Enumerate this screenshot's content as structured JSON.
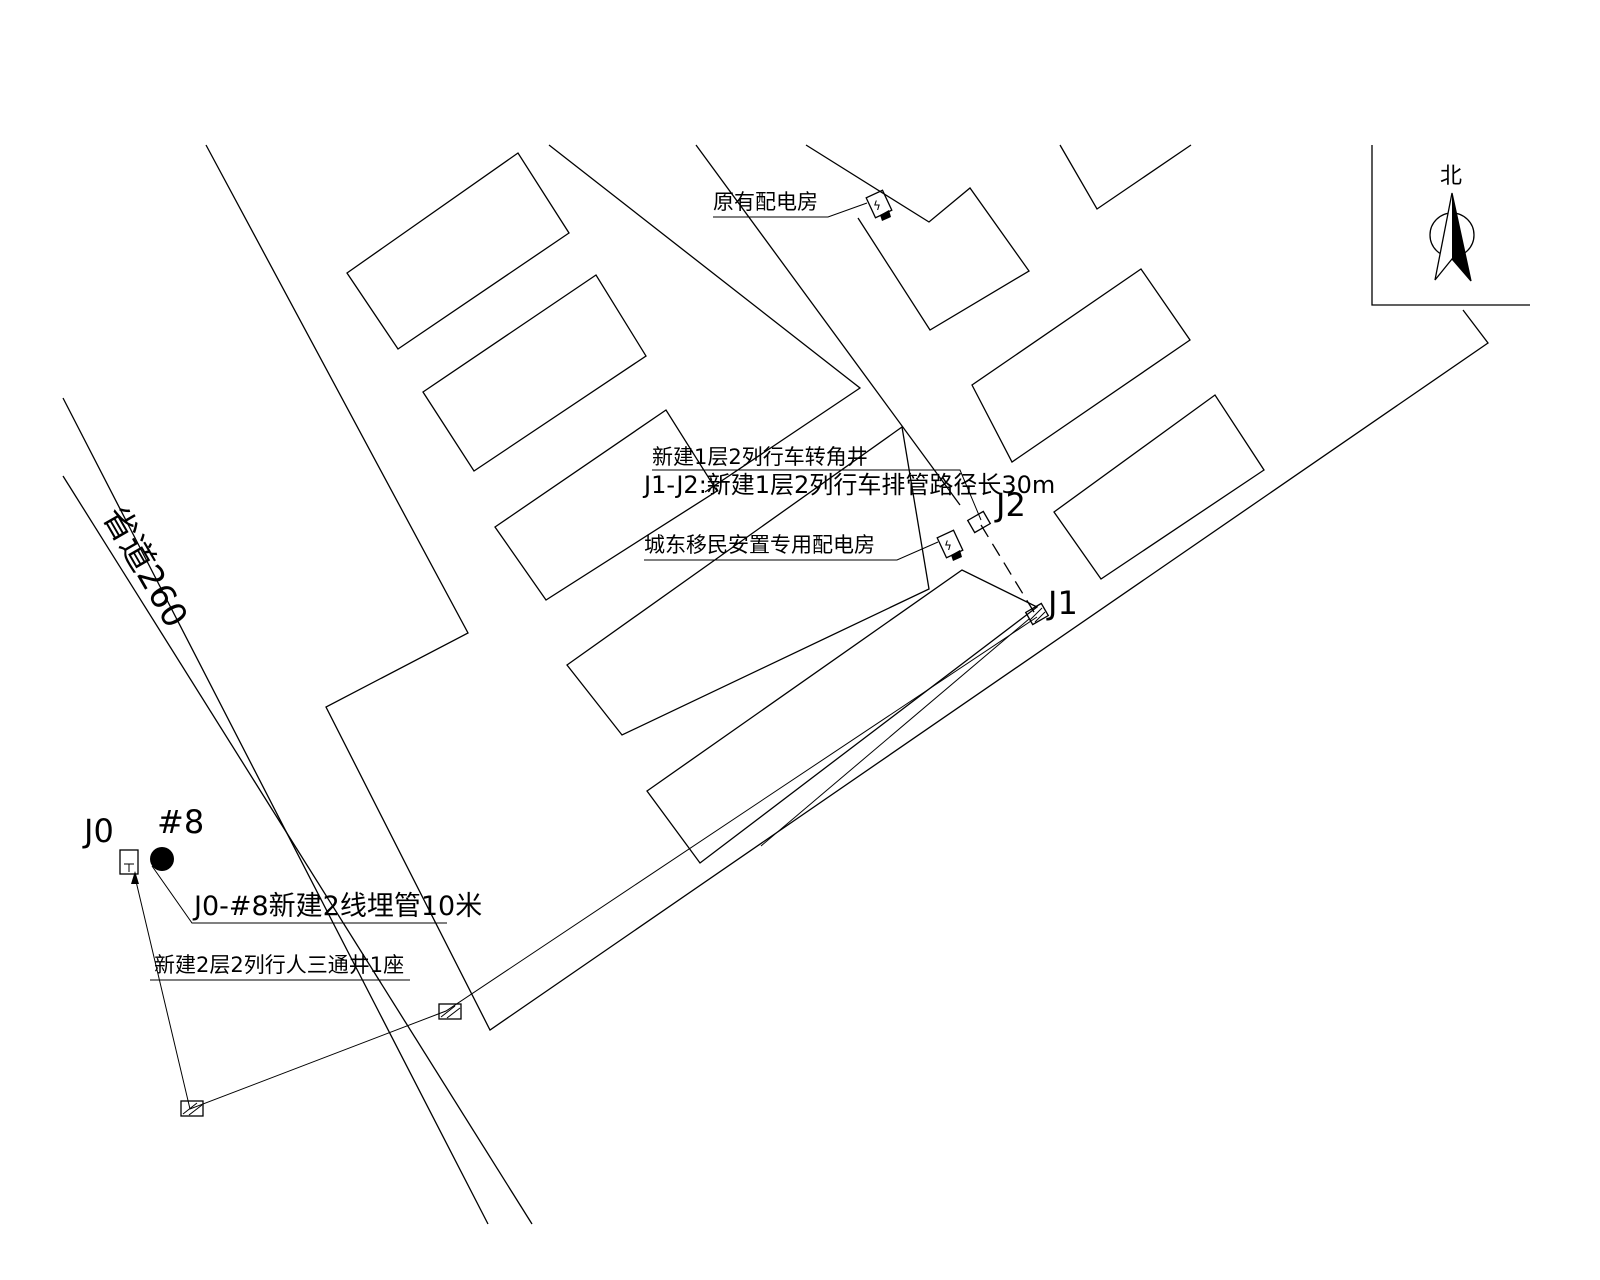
{
  "north_label": "北",
  "road_label": "省道260",
  "labels": {
    "existing_substation": "原有配电房",
    "corner_well": "新建1层2列行车转角井",
    "j1_j2_pipe": "J1-J2:新建1层2列行车排管路径长30m",
    "resettlement_substation": "城东移民安置专用配电房",
    "j0_pipe": "J0-#8新建2线埋管10米",
    "tee_well": "新建2层2列行人三通井1座"
  },
  "nodes": {
    "j0": "J0",
    "pole8": "#8",
    "j1": "J1",
    "j2": "J2"
  },
  "colors": {
    "line": "#000000",
    "background": "#ffffff"
  }
}
